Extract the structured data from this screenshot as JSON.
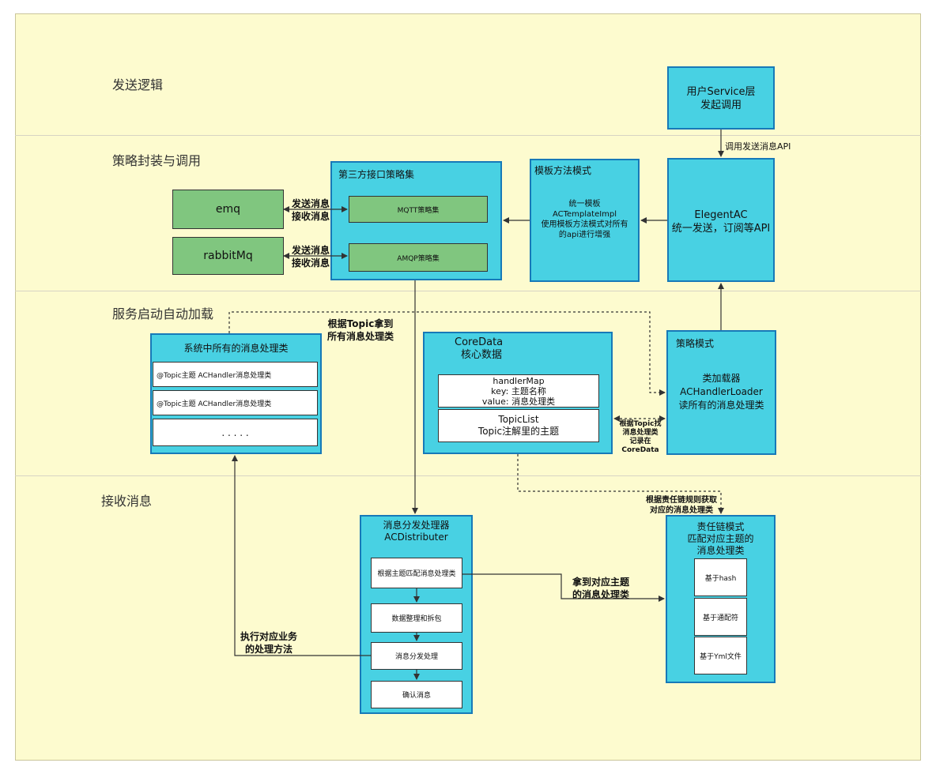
{
  "sections": {
    "send_logic": "发送逻辑",
    "strategy": "策略封装与调用",
    "autoload": "服务启动自动加载",
    "receive": "接收消息"
  },
  "user_service": {
    "line1": "用户Service层",
    "line2": "发起调用"
  },
  "call_api_label": "调用发送消息API",
  "elegent": {
    "line1": "ElegentAC",
    "line2": "统一发送，订阅等API"
  },
  "template": {
    "title": "模板方法模式",
    "line1": "统一模板",
    "line2": "ACTemplateImpl",
    "line3": "使用模板方法模式对所有",
    "line4": "的api进行增强"
  },
  "third_party": {
    "title": "第三方接口策略集",
    "mqtt": "MQTT策略集",
    "amqp": "AMQP策略集"
  },
  "emq": "emq",
  "rabbitmq": "rabbitMq",
  "send_recv_1": {
    "line1": "发送消息",
    "line2": "接收消息"
  },
  "send_recv_2": {
    "line1": "发送消息",
    "line2": "接收消息"
  },
  "all_handlers": {
    "title": "系统中所有的消息处理类",
    "item1": "@Topic主题 ACHandler消息处理类",
    "item2": "@Topic主题 ACHandler消息处理类",
    "item3": ". . . . ."
  },
  "topic_fetch_label": {
    "line1": "根据Topic拿到",
    "line2": "所有消息处理类"
  },
  "coredata": {
    "title1": "CoreData",
    "title2": "核心数据",
    "handlermap1": "handlerMap",
    "handlermap2": "key:  主题名称",
    "handlermap3": "value: 消息处理类",
    "topiclist1": "TopicList",
    "topiclist2": "Topic注解里的主题"
  },
  "strategy_mode": {
    "title": "策略模式",
    "line1": "类加载器",
    "line2": "ACHandlerLoader",
    "line3": "读所有的消息处理类"
  },
  "record_label": {
    "line1": "根据Topic找",
    "line2": "消息处理类",
    "line3": "记录在CoreData"
  },
  "chain_fetch_label": {
    "line1": "根据责任链规则获取",
    "line2": "对应的消息处理类"
  },
  "distributer": {
    "title1": "消息分发处理器",
    "title2": "ACDistributer",
    "step1": "根据主题匹配消息处理类",
    "step2": "数据整理和拆包",
    "step3": "消息分发处理",
    "step4": "确认消息"
  },
  "chain": {
    "title1": "责任链模式",
    "title2": "匹配对应主题的",
    "title3": "消息处理类",
    "item1": "基于hash",
    "item2": "基于通配符",
    "item3": "基于Yml文件"
  },
  "got_handler_label": {
    "line1": "拿到对应主题",
    "line2": "的消息处理类"
  },
  "exec_label": {
    "line1": "执行对应业务",
    "line2": "的处理方法"
  },
  "colors": {
    "canvas": "#fdfbcf",
    "box_fill": "#48d1e3",
    "box_border": "#1779b8",
    "green": "#80c67f"
  }
}
